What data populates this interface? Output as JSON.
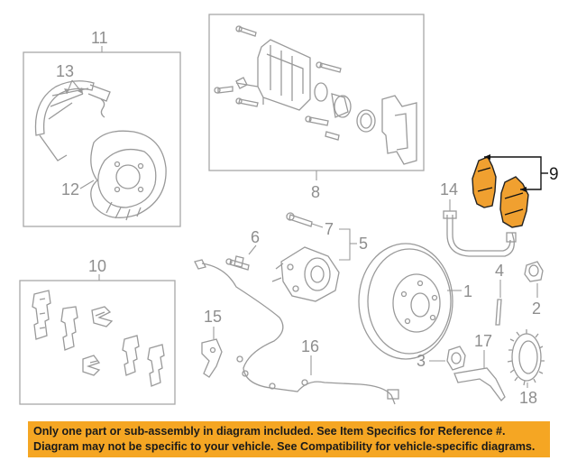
{
  "callouts": {
    "n1": "1",
    "n2": "2",
    "n3": "3",
    "n4": "4",
    "n5": "5",
    "n6": "6",
    "n7": "7",
    "n8": "8",
    "n9": "9",
    "n10": "10",
    "n11": "11",
    "n12": "12",
    "n13": "13",
    "n14": "14",
    "n15": "15",
    "n16": "16",
    "n17": "17",
    "n18": "18"
  },
  "notice": {
    "line1": "Only one part or sub-assembly in diagram included. See Item Specifics for Reference #.",
    "line2": "Diagram may not be specific to your vehicle. See Compatibility for vehicle-specific diagrams."
  },
  "colors": {
    "highlight": "#f0a030",
    "banner": "#f5a623",
    "linework": "#9a9a9a"
  }
}
